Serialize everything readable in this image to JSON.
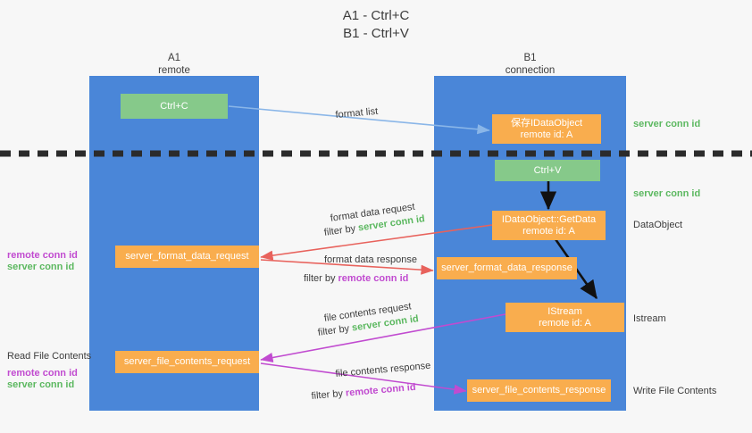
{
  "title": {
    "line1": "A1 - Ctrl+C",
    "line2": "B1 - Ctrl+V"
  },
  "colors": {
    "background": "#f7f7f7",
    "lane": "#4a86d8",
    "green_box": "#86c98a",
    "orange_box": "#f9ad4e",
    "server_conn_id": "#5cb860",
    "remote_conn_id": "#c14bd0",
    "arrow_format_list": "#8ab6e8",
    "arrow_format_data": "#e8625c",
    "arrow_file_contents": "#c14bd0",
    "arrow_internal": "#1a1a1a",
    "divider": "#2b2b2b",
    "text": "#3c3c3c"
  },
  "lanes": [
    {
      "name": "a1",
      "title": "A1",
      "subtitle": "remote"
    },
    {
      "name": "b1",
      "title": "B1",
      "subtitle": "connection"
    }
  ],
  "boxes": [
    {
      "name": "ctrl-c",
      "style": "green",
      "lines": [
        "Ctrl+C"
      ]
    },
    {
      "name": "save-idataobject",
      "style": "orange",
      "lines": [
        "保存IDataObject",
        "remote id: A"
      ]
    },
    {
      "name": "ctrl-v",
      "style": "green",
      "lines": [
        "Ctrl+V"
      ]
    },
    {
      "name": "idataobject-getdata",
      "style": "orange",
      "lines": [
        "IDataObject::GetData",
        "remote id: A"
      ]
    },
    {
      "name": "server-format-data-request",
      "style": "orange",
      "lines": [
        "server_format_data_request"
      ]
    },
    {
      "name": "server-format-data-response",
      "style": "orange",
      "lines": [
        "server_format_data_response"
      ]
    },
    {
      "name": "istream",
      "style": "orange",
      "lines": [
        "IStream",
        "remote id: A"
      ]
    },
    {
      "name": "server-file-contents-request",
      "style": "orange",
      "lines": [
        "server_file_contents_request"
      ]
    },
    {
      "name": "server-file-contents-response",
      "style": "orange",
      "lines": [
        "server_file_contents_response"
      ]
    }
  ],
  "arrow_labels": {
    "format_list": "format list",
    "format_data_request": "format data request",
    "format_data_request_filter_prefix": "filter by ",
    "format_data_request_filter_value": "server conn id",
    "format_data_response": "format data response",
    "format_data_response_filter_prefix": "filter by ",
    "format_data_response_filter_value": "remote conn id",
    "file_contents_request": "file contents request",
    "file_contents_request_filter_prefix": "filter by ",
    "file_contents_request_filter_value": "server conn id",
    "file_contents_response": "file contents response",
    "file_contents_response_filter_prefix": "filter by ",
    "file_contents_response_filter_value": "remote conn id"
  },
  "right_annotations": [
    {
      "name": "server-conn-id-top",
      "text": "server conn id",
      "color": "green"
    },
    {
      "name": "server-conn-id-second",
      "text": "server conn id",
      "color": "green"
    },
    {
      "name": "dataobject",
      "text": "DataObject",
      "color": "dark"
    },
    {
      "name": "istream",
      "text": "Istream",
      "color": "dark"
    },
    {
      "name": "write-file-contents",
      "text": "Write File Contents",
      "color": "dark"
    }
  ],
  "left_annotations": [
    {
      "name": "remote-conn-id-upper",
      "text": "remote conn id",
      "color": "magenta"
    },
    {
      "name": "server-conn-id-upper",
      "text": "server conn id",
      "color": "green"
    },
    {
      "name": "read-file-contents",
      "text": "Read File Contents",
      "color": "dark"
    },
    {
      "name": "remote-conn-id-lower",
      "text": "remote conn id",
      "color": "magenta"
    },
    {
      "name": "server-conn-id-lower",
      "text": "server conn id",
      "color": "green"
    }
  ]
}
